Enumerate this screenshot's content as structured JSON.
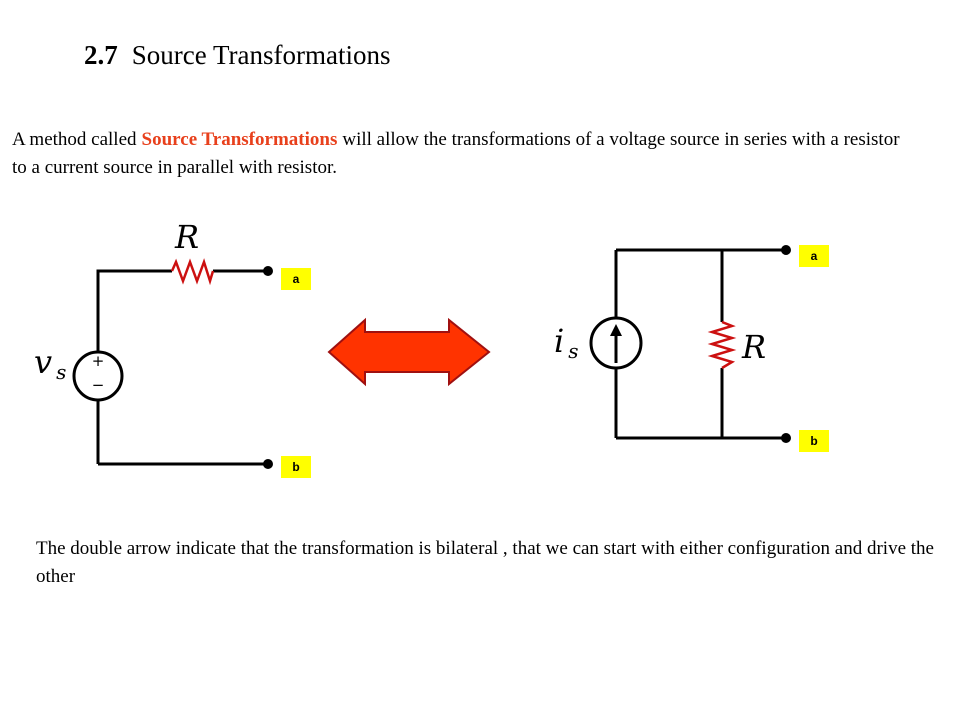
{
  "header": {
    "section_number": "2.7",
    "title": "Source Transformations"
  },
  "intro": {
    "before": "A method called",
    "highlight": "Source Transformations",
    "after": "will allow the transformations of a voltage source in series with a resistor to a current source in parallel with resistor."
  },
  "left_circuit": {
    "resistor_symbol": "R",
    "voltage_symbol": "v",
    "voltage_subscript": "s",
    "plus_sign": "+",
    "minus_sign": "−",
    "terminal_a": "a",
    "terminal_b": "b"
  },
  "right_circuit": {
    "current_symbol": "i",
    "current_subscript": "s",
    "resistor_symbol": "R",
    "terminal_a": "a",
    "terminal_b": "b"
  },
  "conclusion": {
    "text": "The double arrow indicate that the transformation is bilateral , that we can start  with either configuration and drive the other"
  },
  "colors": {
    "resistor": "#cc1010",
    "double_arrow_fill": "#ff3300",
    "double_arrow_stroke": "#a01010",
    "label_bg": "#ffff00",
    "highlight_text": "#e8401c"
  }
}
